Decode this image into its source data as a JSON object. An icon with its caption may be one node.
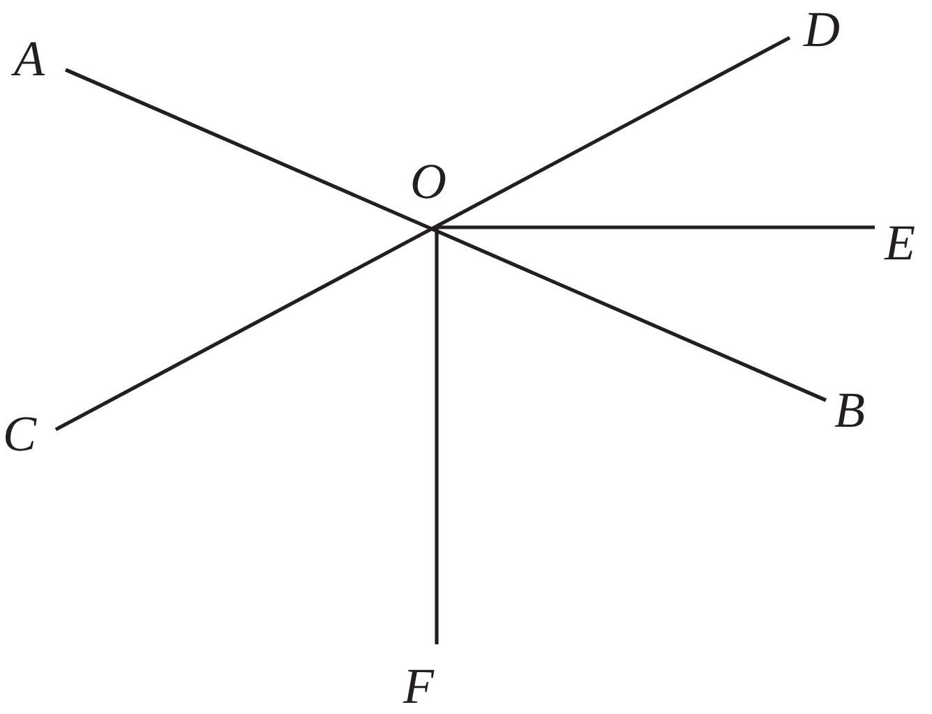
{
  "diagram": {
    "nodes": [
      {
        "text": [
          "A"
        ]
      },
      {
        "text": [
          "D"
        ]
      },
      {
        "text": [
          "O"
        ]
      },
      {
        "text": [
          "E"
        ]
      },
      {
        "text": [
          "B"
        ]
      },
      {
        "text": [
          "C"
        ]
      },
      {
        "text": [
          "F"
        ]
      }
    ],
    "edges": [
      {
        "from": 0,
        "to": 4,
        "arrow": "none"
      },
      {
        "from": 5,
        "to": 1,
        "arrow": "none"
      },
      {
        "from": 2,
        "to": 3,
        "arrow": "none"
      },
      {
        "from": 2,
        "to": 6,
        "arrow": "none"
      }
    ]
  }
}
